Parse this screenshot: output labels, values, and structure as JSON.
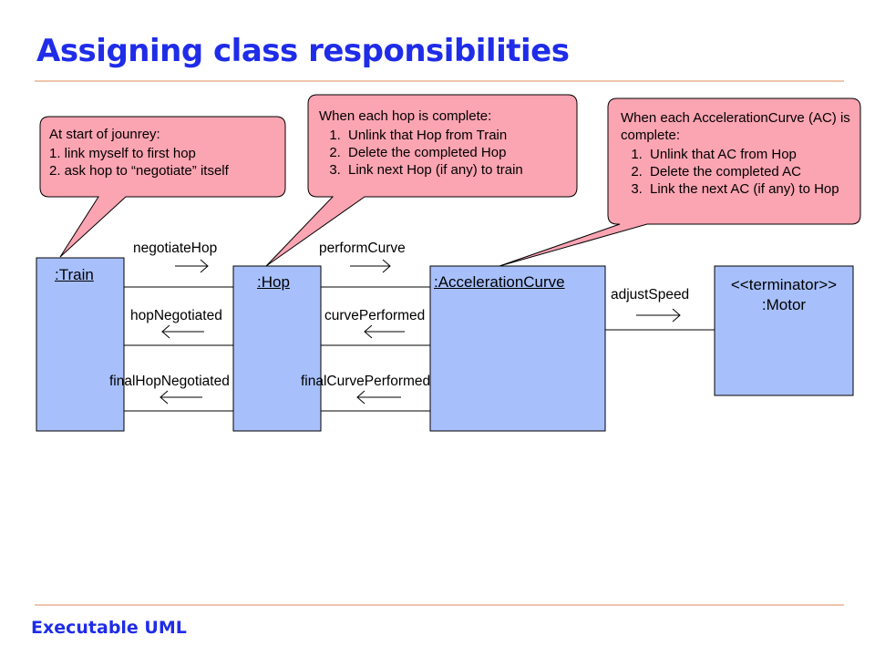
{
  "title": "Assigning class responsibilities",
  "footer": "Executable UML",
  "colors": {
    "title": "#1f2ce8",
    "object_fill": "#a7c0fc",
    "callout_fill": "#fba4b2",
    "rule": "#e8a07a"
  },
  "objects": {
    "train": ":Train",
    "hop": ":Hop",
    "acceleration_curve": ":AccelerationCurve",
    "motor_stereotype": "<<terminator>>",
    "motor": ":Motor"
  },
  "messages": {
    "negotiate_hop": "negotiateHop",
    "hop_negotiated": "hopNegotiated",
    "final_hop_negotiated": "finalHopNegotiated",
    "perform_curve": "performCurve",
    "curve_performed": "curvePerformed",
    "final_curve_performed": "finalCurvePerformed",
    "adjust_speed": "adjustSpeed"
  },
  "callouts": {
    "train": {
      "heading": "At start of jounrey:",
      "items": [
        "1. link myself to first hop",
        "2. ask hop to “negotiate” itself"
      ]
    },
    "hop": {
      "heading": "When each hop is complete:",
      "items": [
        "Unlink that Hop from Train",
        "Delete the completed Hop",
        "Link next Hop (if any) to train"
      ]
    },
    "acceleration_curve": {
      "heading": "When each AccelerationCurve (AC) is complete:",
      "items": [
        "Unlink that AC from Hop",
        "Delete the completed AC",
        "Link the next AC (if any) to Hop"
      ]
    }
  }
}
